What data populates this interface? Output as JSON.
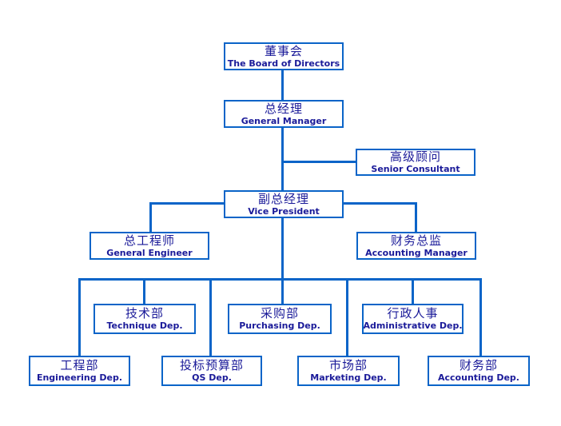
{
  "diagram": {
    "type": "org-chart",
    "line_color": "#0a64c8",
    "text_color": "#1a1a99",
    "background_color": "#ffffff",
    "nodes": {
      "board": {
        "zh": "董事会",
        "en": "The Board of Directors"
      },
      "gm": {
        "zh": "总经理",
        "en": "General Manager"
      },
      "consultant": {
        "zh": "高级顾问",
        "en": "Senior Consultant"
      },
      "vp": {
        "zh": "副总经理",
        "en": "Vice President"
      },
      "engineer": {
        "zh": "总工程师",
        "en": "General Engineer"
      },
      "acct_mgr": {
        "zh": "财务总监",
        "en": "Accounting Manager"
      },
      "technique": {
        "zh": "技术部",
        "en": "Technique Dep."
      },
      "purchasing": {
        "zh": "采购部",
        "en": "Purchasing Dep."
      },
      "admin": {
        "zh": "行政人事",
        "en": "Administrative Dep."
      },
      "engineering": {
        "zh": "工程部",
        "en": "Engineering Dep."
      },
      "qs": {
        "zh": "投标预算部",
        "en": "QS Dep."
      },
      "marketing": {
        "zh": "市场部",
        "en": "Marketing Dep."
      },
      "accounting": {
        "zh": "财务部",
        "en": "Accounting Dep."
      }
    },
    "edges": [
      {
        "from": "board",
        "to": "gm"
      },
      {
        "from": "gm",
        "to": "consultant"
      },
      {
        "from": "gm",
        "to": "vp"
      },
      {
        "from": "vp",
        "to": "engineer"
      },
      {
        "from": "vp",
        "to": "acct_mgr"
      },
      {
        "from": "vp",
        "to": "engineering"
      },
      {
        "from": "vp",
        "to": "technique"
      },
      {
        "from": "vp",
        "to": "qs"
      },
      {
        "from": "vp",
        "to": "purchasing"
      },
      {
        "from": "vp",
        "to": "marketing"
      },
      {
        "from": "vp",
        "to": "admin"
      },
      {
        "from": "vp",
        "to": "accounting"
      }
    ]
  }
}
